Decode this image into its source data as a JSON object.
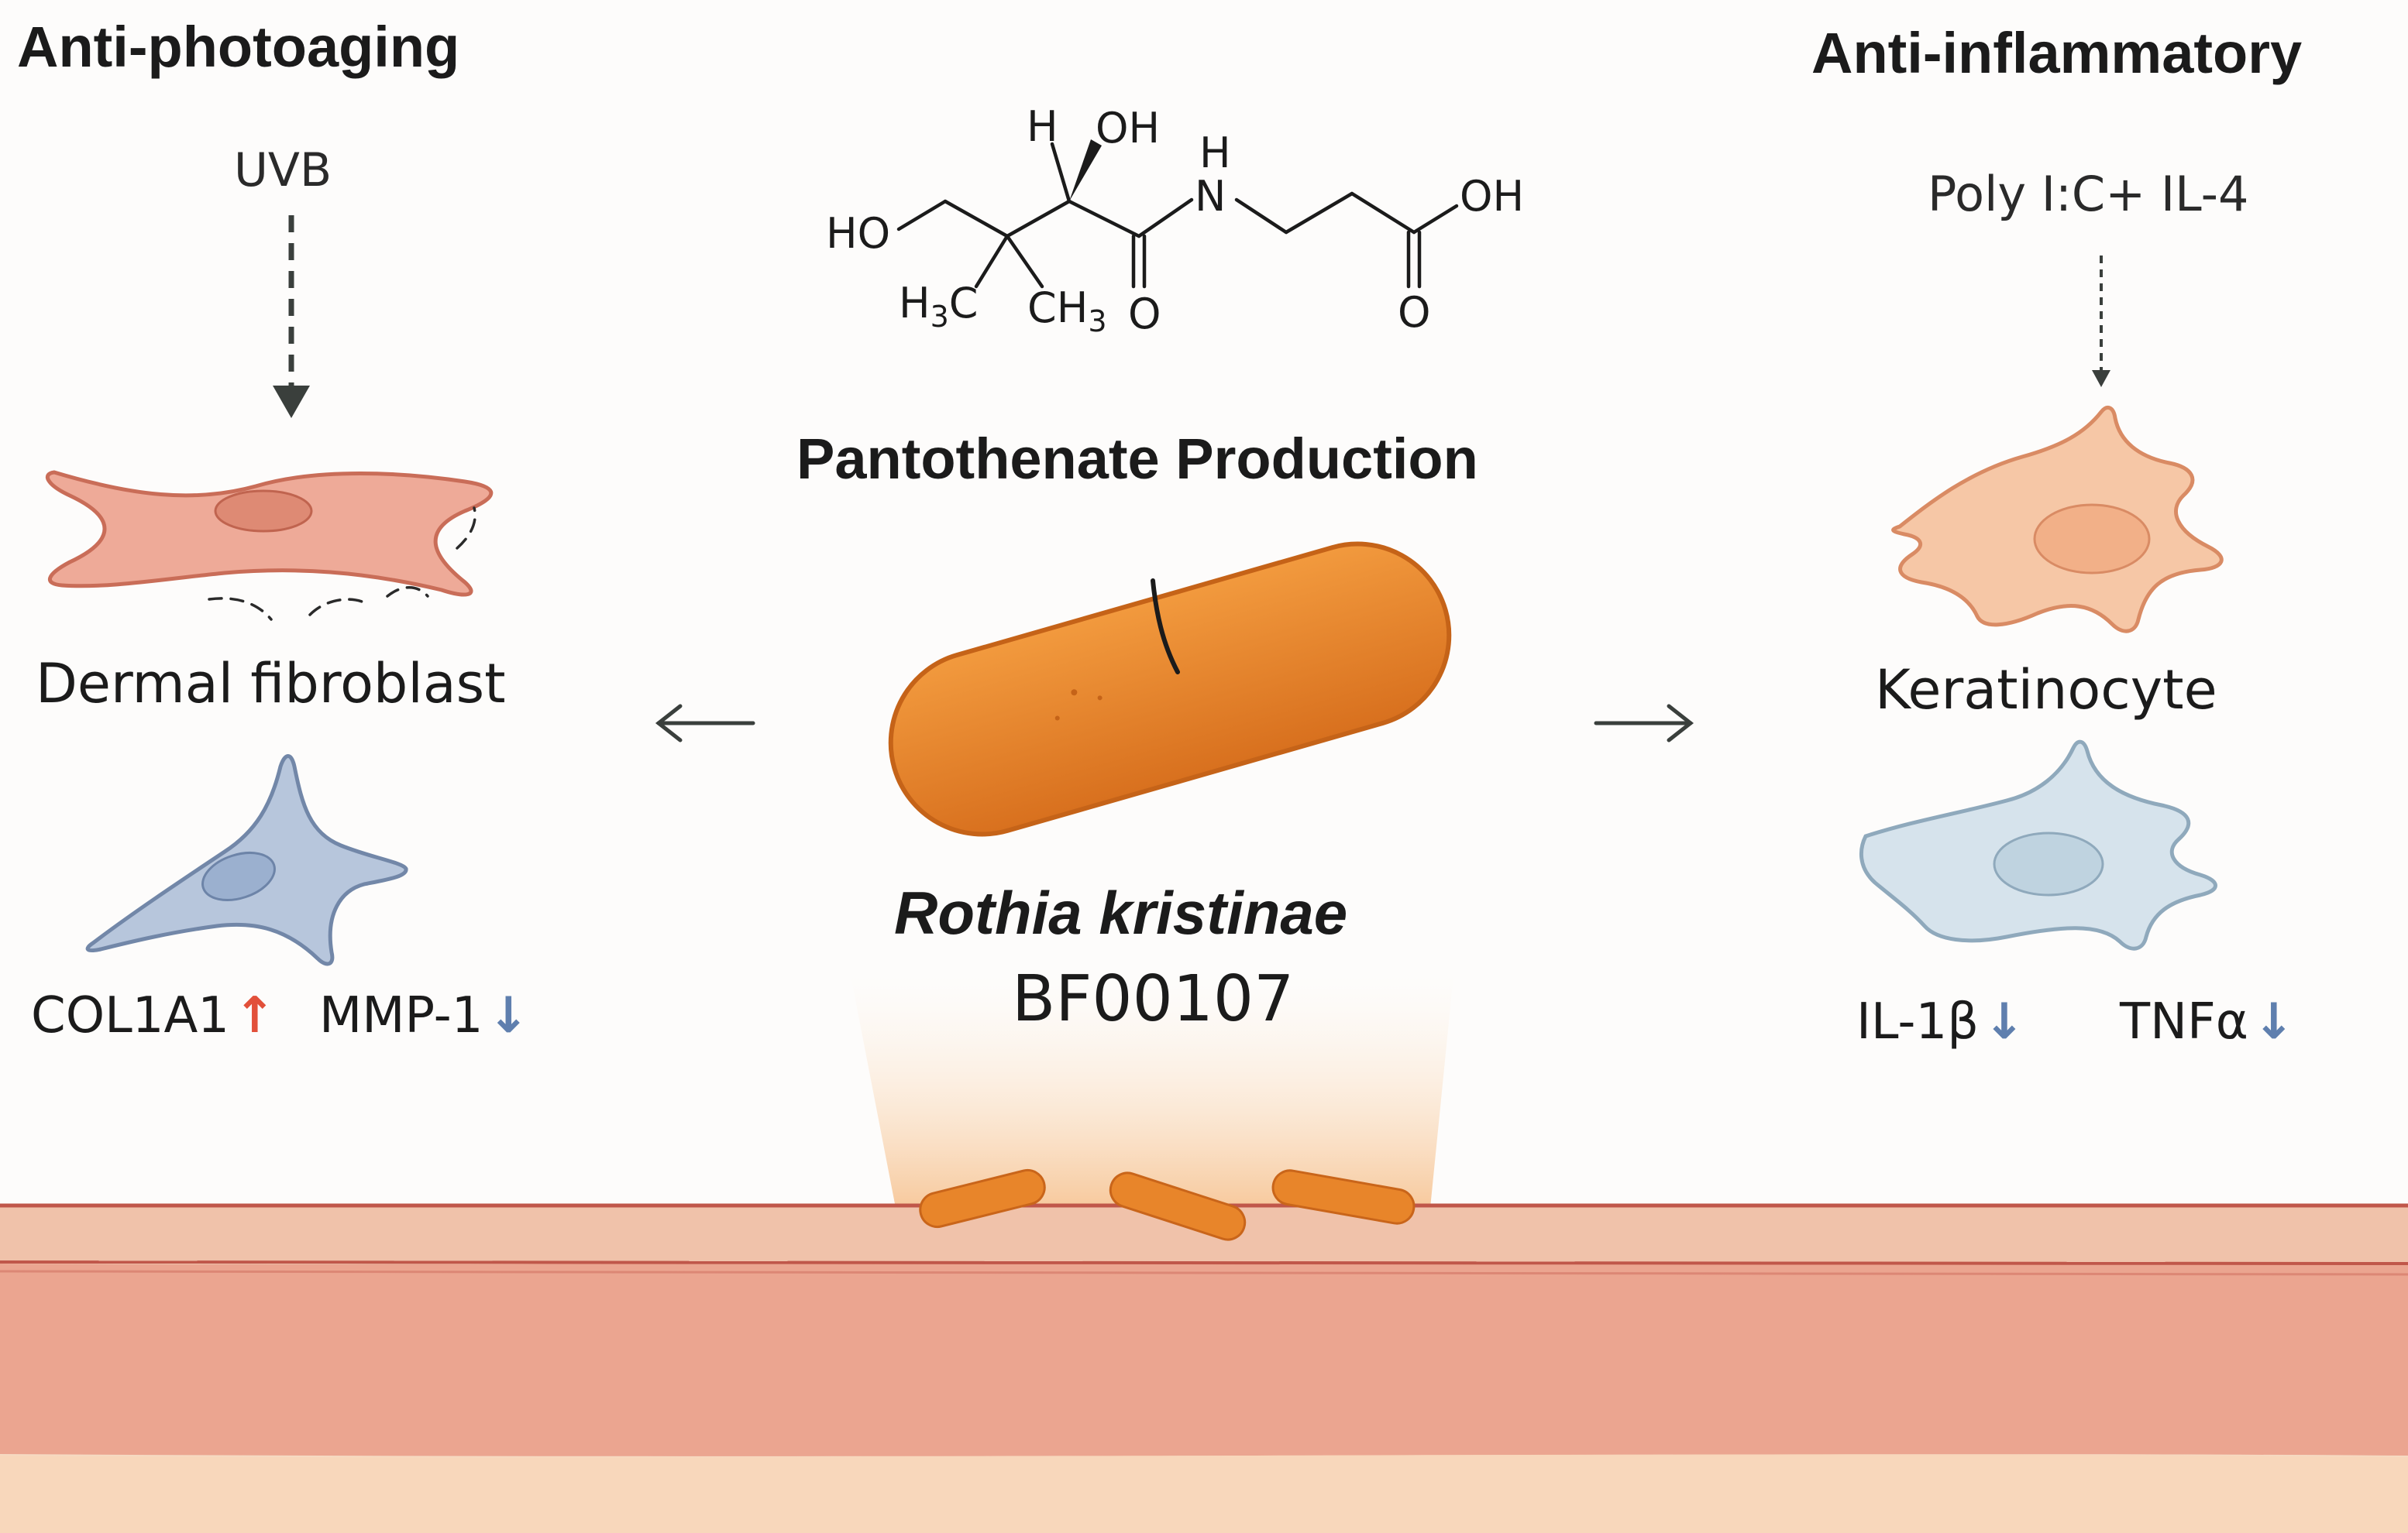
{
  "headings": {
    "left": "Anti-photoaging",
    "right": "Anti-inflammatory"
  },
  "center": {
    "molecule": {
      "name": "pantothenate-structure",
      "atoms": {
        "h": "H",
        "oh_top": "OH",
        "nh_h": "H",
        "nh_n": "N",
        "ho": "HO",
        "oh_right": "OH",
        "ch3_left": "H3C",
        "ch3_right": "CH3",
        "o_amide": "O",
        "o_acid": "O"
      }
    },
    "title": "Pantothenate Production",
    "species": "Rothia kristinae",
    "strain": "BF00107"
  },
  "left_panel": {
    "stimulus": "UVB",
    "cell_label": "Dermal fibroblast",
    "markers": [
      {
        "name": "COL1A1",
        "direction": "up",
        "arrow_color": "#e2503a"
      },
      {
        "name": "MMP-1",
        "direction": "down",
        "arrow_color": "#5f7fae"
      }
    ]
  },
  "right_panel": {
    "stimulus": "Poly I:C+ IL-4",
    "cell_label": "Keratinocyte",
    "markers": [
      {
        "name": "IL-1β",
        "direction": "down",
        "arrow_color": "#5f7fae"
      },
      {
        "name": "TNFα",
        "direction": "down",
        "arrow_color": "#5f7fae"
      }
    ]
  },
  "colors": {
    "bacterium": "#e8852a",
    "bacterium_dark": "#c9651a",
    "fibroblast_stressed": "#eeaa98",
    "fibroblast_healthy": "#b7c6dc",
    "keratinocyte_inflamed": "#f6c7a6",
    "keratinocyte_calm": "#d6e3ec",
    "skin_top": "#f0c4ac",
    "skin_dermis": "#eca792",
    "skin_bottom": "#f7d8be",
    "skin_line": "#c0574a",
    "up_arrow": "#e2503a",
    "down_arrow": "#5f7fae"
  }
}
